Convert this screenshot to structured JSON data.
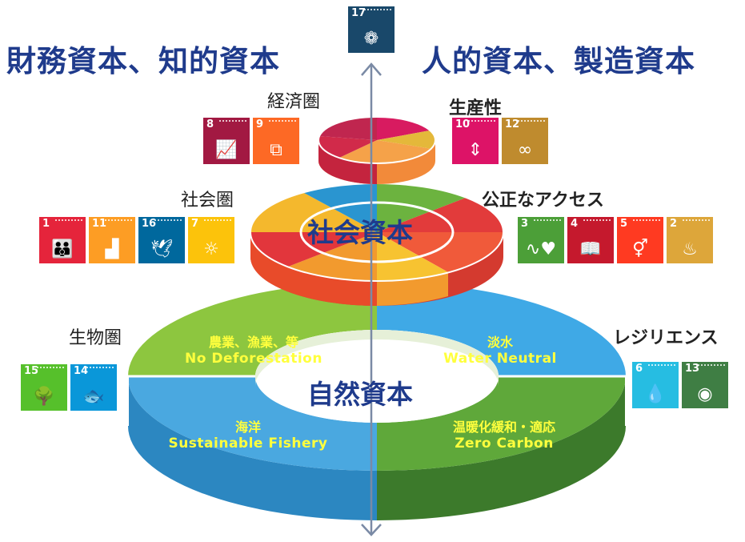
{
  "titles": {
    "left": "財務資本、知的資本",
    "right": "人的資本、製造資本"
  },
  "spheres": {
    "economy": "経済圏",
    "society": "社会圏",
    "biosphere": "生物圏"
  },
  "side_labels": {
    "productivity": "生産性",
    "fair_access": "公正なアクセス",
    "resilience": "レジリエンス"
  },
  "capitals": {
    "social": "社会資本",
    "natural": "自然資本"
  },
  "quadrants": {
    "top_left": {
      "jp": "農業、漁業、等",
      "en": "No Deforestation"
    },
    "top_right": {
      "jp": "淡水",
      "en": "Water  Neutral"
    },
    "bottom_left": {
      "jp": "海洋",
      "en": "Sustainable  Fishery"
    },
    "bottom_right": {
      "jp": "温暖化緩和・適応",
      "en": "Zero Carbon"
    }
  },
  "sdg_icons": {
    "goal17": {
      "number": "17",
      "color": "#19486a",
      "icon": "partnership-flower-icon"
    },
    "economy": [
      {
        "number": "8",
        "color": "#a21942",
        "icon": "growth-chart-icon"
      },
      {
        "number": "9",
        "color": "#fd6925",
        "icon": "cubes-icon"
      }
    ],
    "productivity": [
      {
        "number": "10",
        "color": "#dd1367",
        "icon": "equality-arrows-icon"
      },
      {
        "number": "12",
        "color": "#bf8b2e",
        "icon": "infinity-icon"
      }
    ],
    "society": [
      {
        "number": "1",
        "color": "#e5243b",
        "icon": "people-icon"
      },
      {
        "number": "11",
        "color": "#fd9d24",
        "icon": "city-icon"
      },
      {
        "number": "16",
        "color": "#00689d",
        "icon": "dove-icon"
      },
      {
        "number": "7",
        "color": "#fcc30b",
        "icon": "sun-icon"
      }
    ],
    "fair_access": [
      {
        "number": "3",
        "color": "#4c9f38",
        "icon": "heartbeat-icon"
      },
      {
        "number": "4",
        "color": "#c5192d",
        "icon": "book-icon"
      },
      {
        "number": "5",
        "color": "#ff3a21",
        "icon": "gender-icon"
      },
      {
        "number": "2",
        "color": "#dda63a",
        "icon": "bowl-icon"
      }
    ],
    "biosphere": [
      {
        "number": "15",
        "color": "#56c02b",
        "icon": "tree-bird-icon"
      },
      {
        "number": "14",
        "color": "#0a97d9",
        "icon": "fish-icon"
      }
    ],
    "resilience": [
      {
        "number": "6",
        "color": "#26bde2",
        "icon": "water-drop-icon"
      },
      {
        "number": "13",
        "color": "#3f7e44",
        "icon": "eye-globe-icon"
      }
    ]
  }
}
